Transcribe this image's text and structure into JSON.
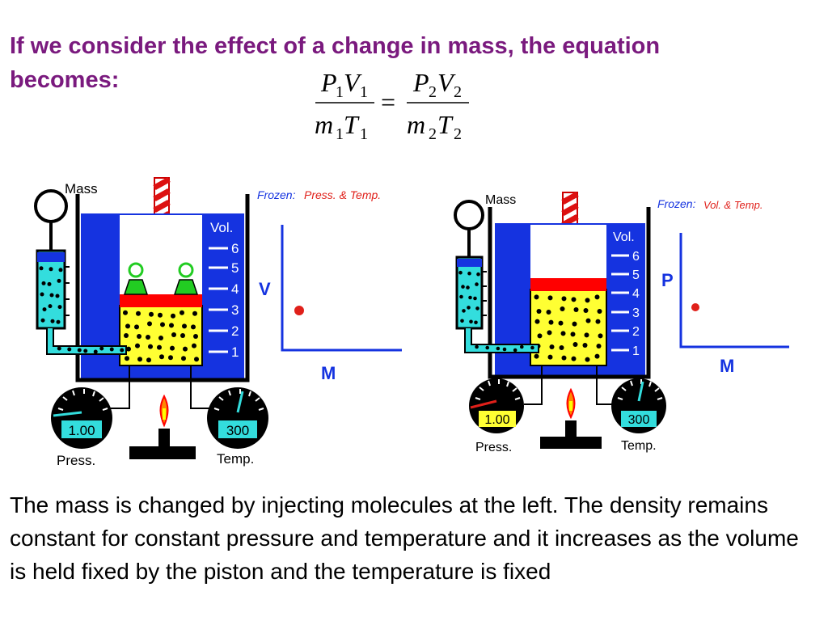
{
  "heading": "If we consider the effect of a change in mass, the equation becomes:",
  "equation": {
    "left_numerator": [
      "P",
      "1",
      "V",
      "1"
    ],
    "left_denominator": [
      "m",
      "1",
      "T",
      "1"
    ],
    "equals": "=",
    "right_numerator": [
      "P",
      "2",
      "V",
      "2"
    ],
    "right_denominator": [
      "m",
      "2",
      "T",
      "2"
    ]
  },
  "left_apparatus": {
    "mass_label": "Mass",
    "volume_label": "Vol.",
    "volume_ticks": [
      "6",
      "5",
      "4",
      "3",
      "2",
      "1"
    ],
    "pressure_gauge_value": "1.00",
    "pressure_label": "Press.",
    "temperature_gauge_value": "300",
    "temperature_label": "Temp.",
    "frozen_label": "Frozen:",
    "frozen_values": "Press. & Temp.",
    "graph_y_label": "V",
    "graph_x_label": "M"
  },
  "right_apparatus": {
    "mass_label": "Mass",
    "volume_label": "Vol.",
    "volume_ticks": [
      "6",
      "5",
      "4",
      "3",
      "2",
      "1"
    ],
    "pressure_gauge_value": "1.00",
    "pressure_label": "Press.",
    "temperature_gauge_value": "300",
    "temperature_label": "Temp.",
    "frozen_label": "Frozen:",
    "frozen_values": "Vol. & Temp.",
    "graph_y_label": "P",
    "graph_x_label": "M"
  },
  "caption": "The mass is changed by injecting molecules at the left. The density remains constant for constant pressure and temperature and it increases as the volume is held fixed by the piston and the temperature is fixed",
  "colors": {
    "heading": "#7a1a7e",
    "container_blue": "#1533e0",
    "gas_yellow": "#ffff33",
    "piston_red": "#ff0000",
    "syringe_cyan": "#33dddd",
    "weight_green": "#22cc22",
    "label_blue": "#1533e0",
    "frozen_red": "#e0201a"
  }
}
